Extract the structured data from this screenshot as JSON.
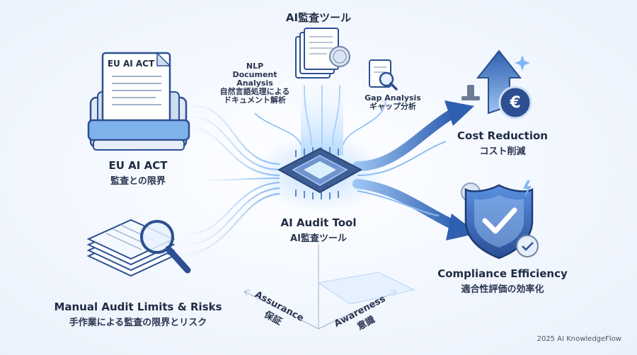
{
  "top_title": "AI監査ツール",
  "center": {
    "title": "AI Audit Tool",
    "subtitle": "AI監査ツール"
  },
  "eu_act": {
    "doc_label": "EU AI ACT",
    "title": "EU AI ACT",
    "subtitle": "監査との限界"
  },
  "manual": {
    "title": "Manual Audit Limits & Risks",
    "subtitle": "手作業による監査の限界とリスク"
  },
  "nlp": {
    "line1": "NLP",
    "line2": "Document",
    "line3": "Analysis",
    "jp1": "自然言語処理による",
    "jp2": "ドキュメント解析"
  },
  "gap": {
    "title": "Gap Analysis",
    "subtitle": "ギャップ分析"
  },
  "cost": {
    "title": "Cost Reduction",
    "subtitle": "コスト削減",
    "symbol": "€"
  },
  "compliance": {
    "title": "Compliance Efficiency",
    "subtitle": "適合性評価の効率化"
  },
  "axes": {
    "assurance": {
      "en": "Assurance",
      "jp": "保証"
    },
    "awareness": {
      "en": "Awareness",
      "jp": "意識"
    }
  },
  "credit": "2025 AI KnowledgeFlow",
  "colors": {
    "accent": "#3b6fc9",
    "glow": "#7fb8f5",
    "dark_blue": "#2d4f92"
  }
}
